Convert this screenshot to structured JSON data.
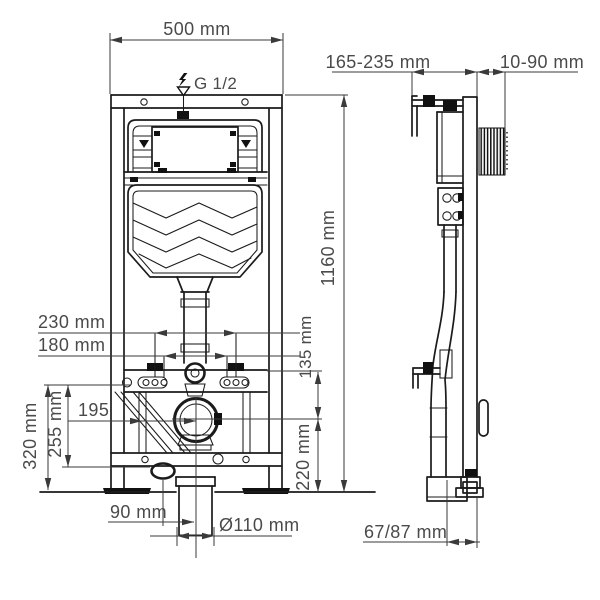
{
  "drawing": {
    "kind": "wc-installation-frame-dimension-drawing",
    "colors": {
      "line": "#1b1b1b",
      "dimension": "#3a3a3a",
      "text": "#4a4a4a",
      "background": "#ffffff"
    },
    "dims": {
      "frame_width": "500 mm",
      "water_inlet": "G 1/2",
      "depth_adjust": "165-235 mm",
      "wall_gap": "10-90 mm",
      "frame_height": "1160 mm",
      "fixing_spacing_outer": "230 mm",
      "fixing_spacing_inner": "180 mm",
      "offset_135": "135 mm",
      "outlet_height": "220 mm",
      "offset_195": "195",
      "offset_255": "255 mm",
      "offset_320": "320 mm",
      "offset_90": "90 mm",
      "outlet_diameter": "Ø110 mm",
      "outlet_depth": "67/87 mm"
    }
  }
}
